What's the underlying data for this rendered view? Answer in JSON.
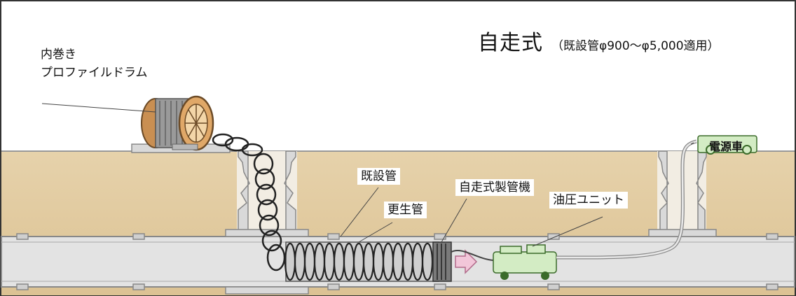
{
  "title": {
    "main": "自走式",
    "sub": "（既設管φ900～φ5,000適用）"
  },
  "labels": {
    "drum_line1": "内巻き",
    "drum_line2": "プロファイルドラム",
    "existing_pipe": "既設管",
    "renewal_pipe": "更生管",
    "pipe_machine": "自走式製管機",
    "hydraulic_unit": "油圧ユニット",
    "power_vehicle": "電源車"
  },
  "colors": {
    "soil": "#e2cda4",
    "soil_light": "#f0e4c8",
    "pipe": "#d9d9d9",
    "manhole": "#cfcfcf",
    "vehicle": "#d3ecc4",
    "drum": "#d9a86a",
    "arrow": "#f2c6d9"
  }
}
